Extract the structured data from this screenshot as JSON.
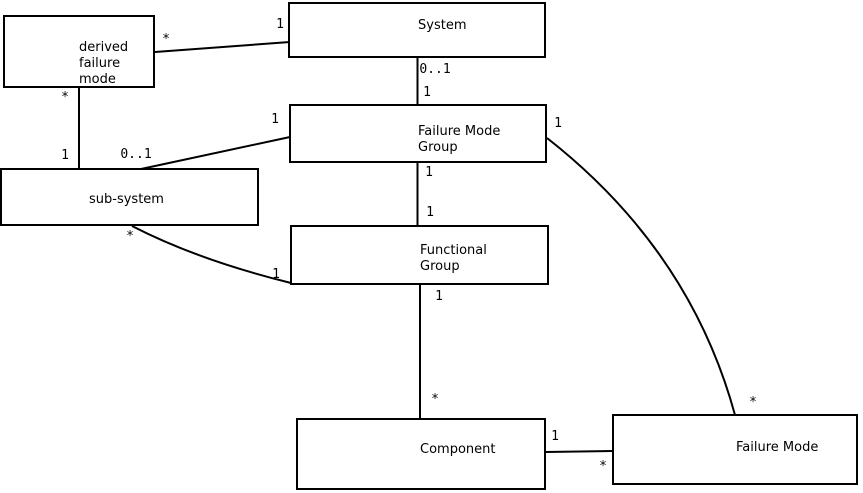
{
  "diagram": {
    "background_color": "#ffffff",
    "line_color": "#000000",
    "boxes": [
      {
        "name": "derived-failure-mode",
        "lines": [
          "derived",
          "failure",
          "mode"
        ]
      },
      {
        "name": "system",
        "lines": [
          "System"
        ]
      },
      {
        "name": "failure-mode-group",
        "lines": [
          "Failure Mode",
          "Group"
        ]
      },
      {
        "name": "sub-system",
        "lines": [
          "sub-system"
        ]
      },
      {
        "name": "functional-group",
        "lines": [
          "Functional",
          "Group"
        ]
      },
      {
        "name": "component",
        "lines": [
          "Component"
        ]
      },
      {
        "name": "failure-mode",
        "lines": [
          "Failure Mode"
        ]
      }
    ],
    "associations": [
      {
        "from": "derived failure mode",
        "to": "System",
        "from_label": "*",
        "to_label": "1"
      },
      {
        "from": "derived failure mode",
        "to": "sub-system",
        "from_label": "*",
        "to_label": "1"
      },
      {
        "from": "sub-system",
        "to": "Failure Mode Group",
        "from_label": "0..1",
        "to_label": "1"
      },
      {
        "from": "System",
        "to": "Failure Mode Group",
        "from_label": "0..1",
        "to_label": "1"
      },
      {
        "from": "Failure Mode Group",
        "to": "Functional Group",
        "from_label": "1",
        "to_label": "1"
      },
      {
        "from": "Functional Group",
        "to": "Component",
        "from_label": "1",
        "to_label": "*"
      },
      {
        "from": "sub-system",
        "to": "Functional Group",
        "from_label": "*",
        "to_label": "1"
      },
      {
        "from": "Failure Mode Group",
        "to": "Failure Mode",
        "from_label": "1",
        "to_label": "*"
      },
      {
        "from": "Component",
        "to": "Failure Mode",
        "from_label": "1",
        "to_label": "*"
      }
    ]
  }
}
